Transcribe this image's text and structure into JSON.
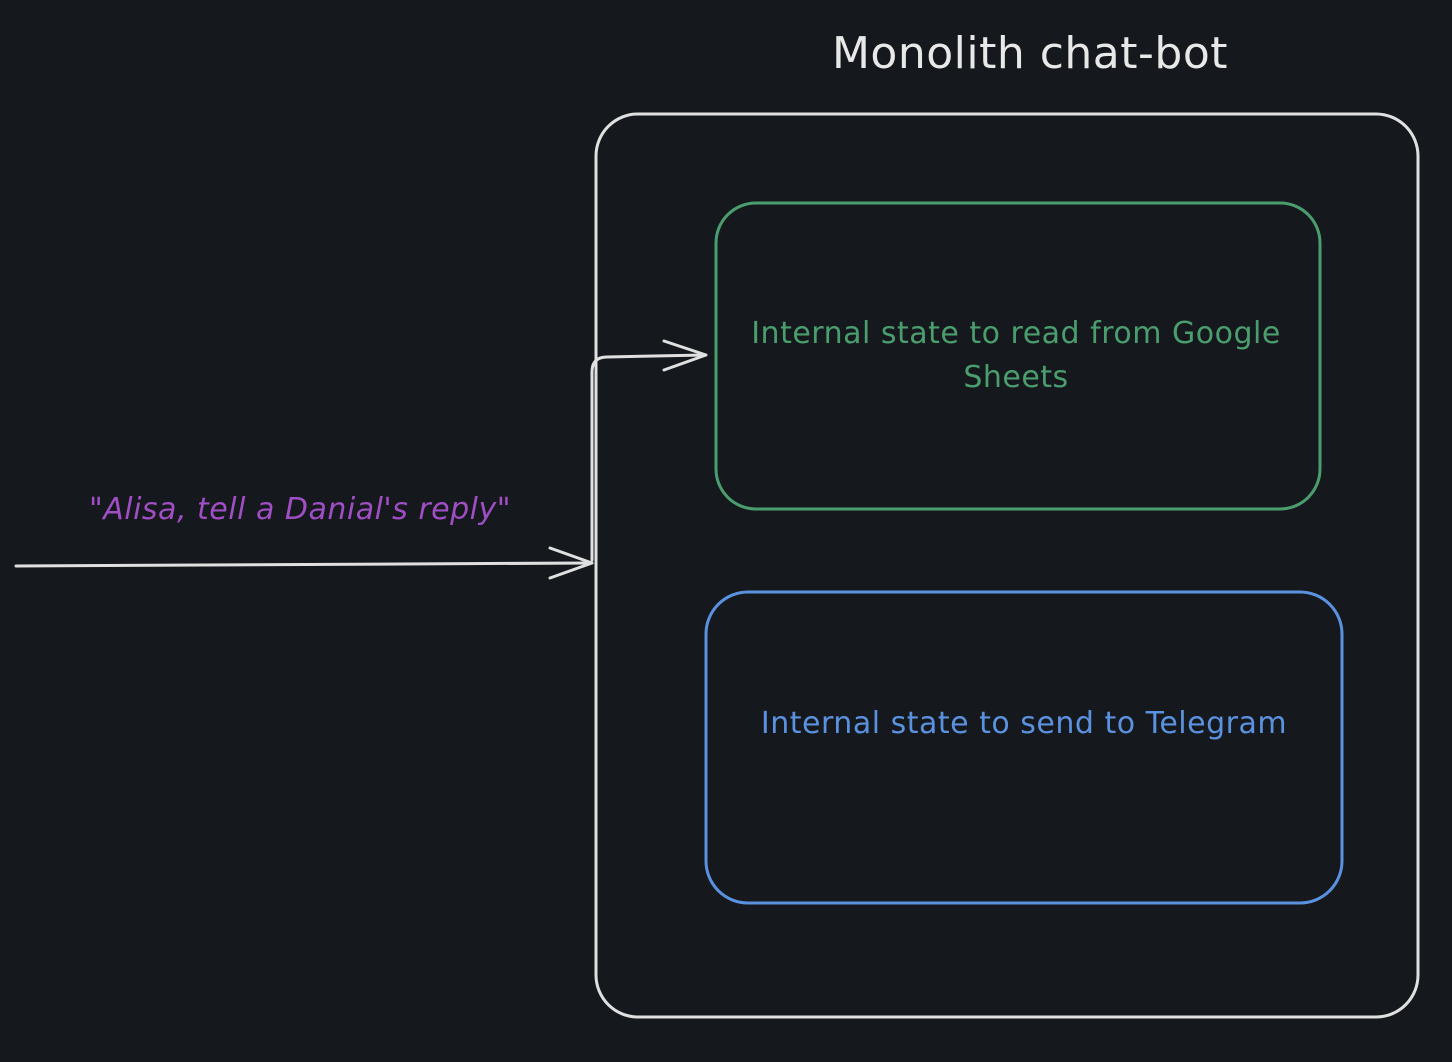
{
  "title": "Monolith chat-bot",
  "input_message": "\"Alisa, tell a Danial's reply\"",
  "components": [
    {
      "id": "google-sheets-state",
      "label": "Internal state to read from Google Sheets",
      "color": "#4a9e6e"
    },
    {
      "id": "telegram-state",
      "label": "Internal state to send to Telegram",
      "color": "#5b92e0"
    }
  ],
  "colors": {
    "background": "#15181d",
    "outline": "#e0e0e0",
    "input_message": "#a04ec4"
  }
}
